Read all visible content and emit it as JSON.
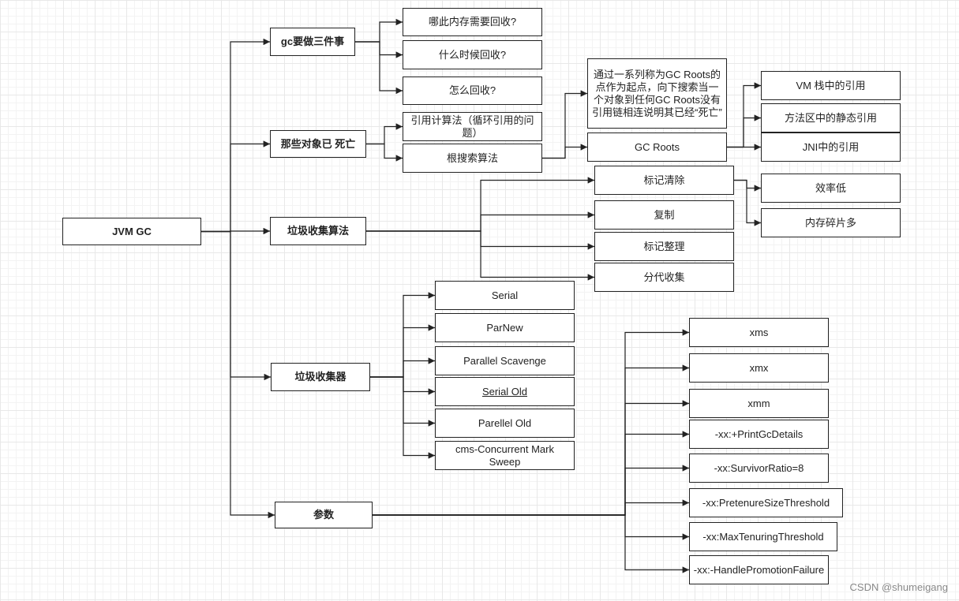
{
  "root": {
    "id": "root",
    "label": "JVM GC"
  },
  "nodes": [
    {
      "id": "n1",
      "label": "gc要做三件事",
      "bold": true
    },
    {
      "id": "n1a",
      "label": "哪此内存需要回收?"
    },
    {
      "id": "n1b",
      "label": "什么时候回收?"
    },
    {
      "id": "n1c",
      "label": "怎么回收?"
    },
    {
      "id": "n2",
      "label": "那些对象已 死亡",
      "bold": true
    },
    {
      "id": "n2a",
      "label": "引用计算法（循环引用的问题）"
    },
    {
      "id": "n2b",
      "label": "根搜索算法"
    },
    {
      "id": "n2b1",
      "label": "通过一系列称为GC Roots的 点作为起点，向下搜索当一个对象到任何GC Roots没有引用链相连说明其已经“死亡”"
    },
    {
      "id": "n2b2",
      "label": "GC Roots"
    },
    {
      "id": "n2b2a",
      "label": "VM 栈中的引用"
    },
    {
      "id": "n2b2b",
      "label": "方法区中的静态引用"
    },
    {
      "id": "n2b2c",
      "label": "JNI中的引用"
    },
    {
      "id": "n3",
      "label": "垃圾收集算法",
      "bold": true
    },
    {
      "id": "n3a",
      "label": "标记清除"
    },
    {
      "id": "n3a1",
      "label": "效率低"
    },
    {
      "id": "n3a2",
      "label": "内存碎片多"
    },
    {
      "id": "n3b",
      "label": "复制"
    },
    {
      "id": "n3c",
      "label": "标记整理"
    },
    {
      "id": "n3d",
      "label": "分代收集"
    },
    {
      "id": "n4",
      "label": "垃圾收集器",
      "bold": true
    },
    {
      "id": "n4a",
      "label": "Serial"
    },
    {
      "id": "n4b",
      "label": "ParNew"
    },
    {
      "id": "n4c",
      "label": "Parallel Scavenge"
    },
    {
      "id": "n4d",
      "label": "Serial Old",
      "underline": true
    },
    {
      "id": "n4e",
      "label": "Parellel Old"
    },
    {
      "id": "n4f",
      "label": "cms-Concurrent Mark Sweep"
    },
    {
      "id": "n5",
      "label": "参数",
      "bold": true
    },
    {
      "id": "n5a",
      "label": "xms"
    },
    {
      "id": "n5b",
      "label": "xmx"
    },
    {
      "id": "n5c",
      "label": "xmm"
    },
    {
      "id": "n5d",
      "label": "-xx:+PrintGcDetails"
    },
    {
      "id": "n5e",
      "label": "-xx:SurvivorRatio=8"
    },
    {
      "id": "n5f",
      "label": "-xx:PretenureSizeThreshold"
    },
    {
      "id": "n5g",
      "label": "-xx:MaxTenuringThreshold"
    },
    {
      "id": "n5h",
      "label": "-xx:-HandlePromotionFailure"
    }
  ],
  "watermark": "CSDN @shumeigang"
}
